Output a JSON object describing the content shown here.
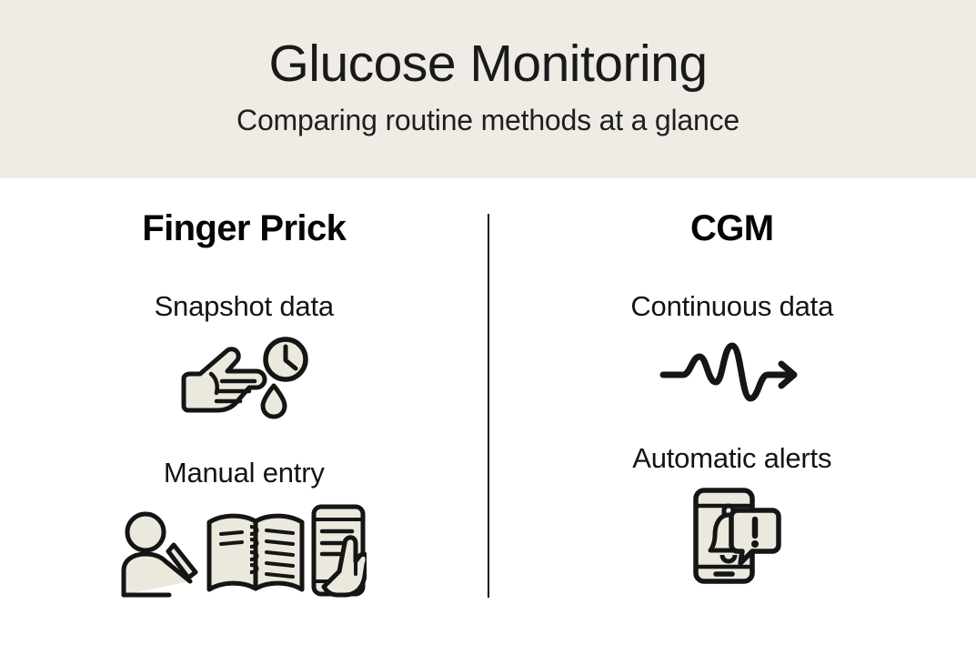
{
  "header": {
    "title": "Glucose Monitoring",
    "subtitle": "Comparing routine methods at a glance",
    "background_color": "#efece5"
  },
  "theme": {
    "page_background": "#ffffff",
    "text_color": "#111111",
    "icon_outline_color": "#151515",
    "icon_fill_color": "#ebe8de",
    "divider_color": "#151515"
  },
  "columns": [
    {
      "id": "finger-prick",
      "heading": "Finger Prick",
      "features": [
        {
          "label": "Snapshot data",
          "icon_name": "finger-prick-clock-icon",
          "icon_parts": [
            "pointing-hand-icon",
            "blood-drop-icon",
            "clock-icon"
          ]
        },
        {
          "label": "Manual entry",
          "icon_name": "manual-logbook-entry-icon",
          "icon_parts": [
            "person-writing-icon",
            "open-logbook-icon",
            "hand-tapping-phone-icon"
          ]
        }
      ]
    },
    {
      "id": "cgm",
      "heading": "CGM",
      "features": [
        {
          "label": "Continuous data",
          "icon_name": "continuous-waveform-arrow-icon",
          "icon_parts": [
            "wave-line-icon",
            "arrow-right-icon"
          ]
        },
        {
          "label": "Automatic alerts",
          "icon_name": "phone-alert-notification-icon",
          "icon_parts": [
            "smartphone-icon",
            "bell-icon",
            "exclamation-speech-bubble-icon"
          ]
        }
      ]
    }
  ],
  "divider": {
    "orientation": "vertical",
    "label": "column-divider"
  }
}
